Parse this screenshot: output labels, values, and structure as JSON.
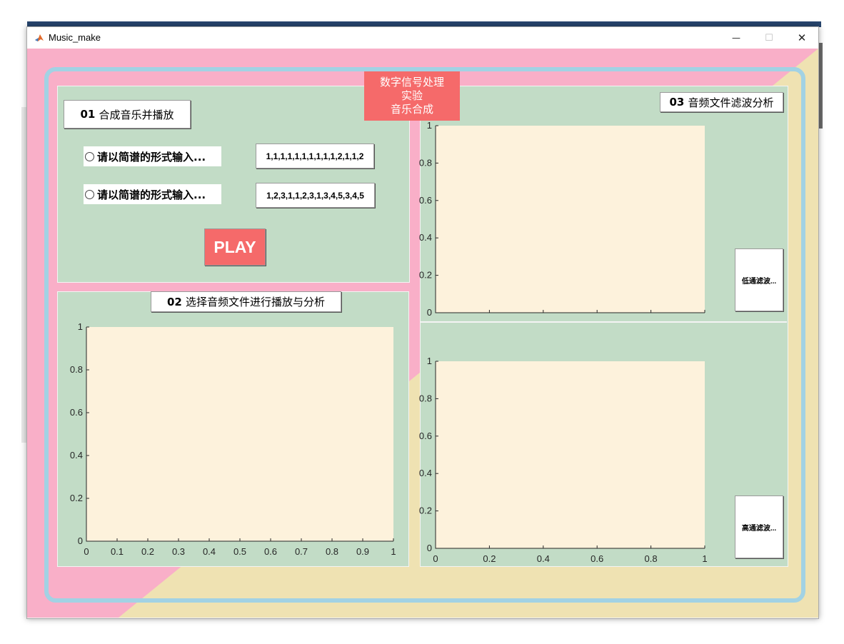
{
  "window": {
    "title": "Music_make",
    "minimize_glyph": "—",
    "maximize_glyph": "☐",
    "close_glyph": "✕"
  },
  "header": {
    "lab_title_lines": [
      "数字信号处理",
      "实验",
      "音乐合成"
    ]
  },
  "section1": {
    "title_num": "01",
    "title_text": "合成音乐并播放",
    "radio1_label": "请以简谱的形式输入...",
    "radio2_label": "请以简谱的形式输入...",
    "input1_value": "1,1,1,1,1,1,1,1,1,1,2,1,1,2",
    "input2_value": "1,2,3,1,1,2,3,1,3,4,5,3,4,5",
    "play_label": "PLAY"
  },
  "section2": {
    "title_num": "02",
    "title_text": "选择音频文件进行播放与分析"
  },
  "section3": {
    "title_num": "03",
    "title_text": "音频文件滤波分析",
    "lowpass_label": "低通滤波...",
    "highpass_label": "高通滤波..."
  },
  "colors": {
    "pink_bg": "#f9afc8",
    "yellow_bg": "#efe2b2",
    "frame_blue": "#a2d2e4",
    "panel_green": "#c2dcc6",
    "axes_fill": "#fdf2dc",
    "accent_red": "#f56a6a"
  },
  "chart_data": [
    {
      "type": "line",
      "title": "",
      "xlabel": "",
      "ylabel": "",
      "xlim": [
        0,
        1
      ],
      "ylim": [
        0,
        1
      ],
      "x_ticks": [
        "0",
        "0.1",
        "0.2",
        "0.3",
        "0.4",
        "0.5",
        "0.6",
        "0.7",
        "0.8",
        "0.9",
        "1"
      ],
      "y_ticks": [
        "0",
        "0.2",
        "0.4",
        "0.6",
        "0.8",
        "1"
      ],
      "series": []
    },
    {
      "type": "line",
      "title": "",
      "xlabel": "",
      "ylabel": "",
      "xlim": [
        0,
        1
      ],
      "ylim": [
        0,
        1
      ],
      "x_ticks": [],
      "y_ticks": [
        "0",
        "0.2",
        "0.4",
        "0.6",
        "0.8",
        "1"
      ],
      "series": []
    },
    {
      "type": "line",
      "title": "",
      "xlabel": "",
      "ylabel": "",
      "xlim": [
        0,
        1
      ],
      "ylim": [
        0,
        1
      ],
      "x_ticks": [
        "0",
        "0.2",
        "0.4",
        "0.6",
        "0.8",
        "1"
      ],
      "y_ticks": [
        "0",
        "0.2",
        "0.4",
        "0.6",
        "0.8",
        "1"
      ],
      "series": []
    }
  ]
}
